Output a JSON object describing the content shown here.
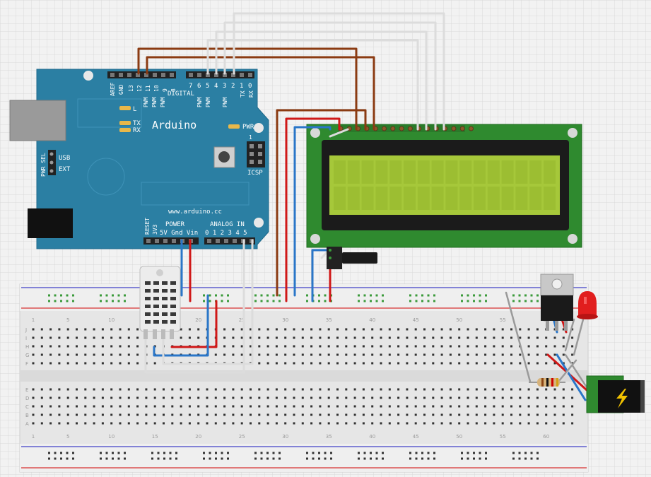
{
  "arduino": {
    "brand": "Arduino",
    "url": "www.arduino.cc",
    "digital_label": "DIGITAL",
    "power_label": "POWER",
    "analog_label": "ANALOG IN",
    "icsp_label": "ICSP",
    "icsp_num": "1",
    "usb_label": "USB",
    "ext_label": "EXT",
    "pwr_sel_label": "PWR SEL",
    "led_l": "L",
    "led_tx": "TX",
    "led_rx": "RX",
    "pwr_led": "PWR",
    "aref": "AREF",
    "gnd": "GND",
    "reset": "RESET",
    "v33": "3V3",
    "power_pins": "5V Gnd Vin",
    "analog_pins": "0 1 2 3 4 5",
    "digital_high": [
      "13",
      "12",
      "11",
      "10",
      "9",
      "8"
    ],
    "digital_low": [
      "7",
      "6",
      "5",
      "4",
      "3",
      "2",
      "1",
      "0"
    ],
    "pwm": "PWM",
    "tx_pin": "TX",
    "rx_pin": "RX"
  },
  "breadboard": {
    "col_numbers": [
      "1",
      "5",
      "10",
      "15",
      "20",
      "25",
      "30",
      "35",
      "40",
      "45",
      "50",
      "55",
      "60"
    ],
    "top_rows": [
      "J",
      "I",
      "H",
      "G",
      "F"
    ],
    "bottom_rows": [
      "E",
      "D",
      "C",
      "B",
      "A"
    ]
  },
  "colors": {
    "board": "#2b7fa3",
    "lcd_pcb": "#2f8a2f",
    "lcd_screen": "#a6c83a",
    "wire_brown": "#8b3b12",
    "wire_red": "#d01818",
    "wire_blue": "#2a76c8",
    "wire_white": "#dcdcdc",
    "rail_red": "#d83030",
    "rail_blue": "#4040c8"
  }
}
